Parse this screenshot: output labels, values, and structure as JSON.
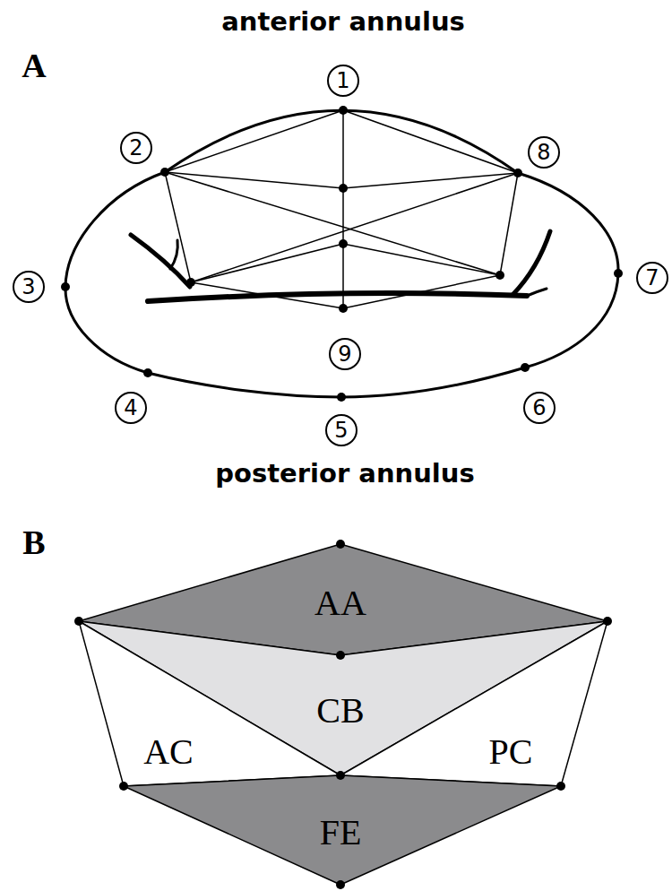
{
  "diagram": {
    "nodes": [
      {
        "text": [
          "AA"
        ]
      },
      {
        "text": [
          "CB"
        ]
      },
      {
        "text": [
          "AC"
        ]
      },
      {
        "text": [
          "PC"
        ]
      },
      {
        "text": [
          "FE"
        ]
      }
    ],
    "labels": [
      "anterior annulus",
      "A",
      "1",
      "2",
      "8",
      "3",
      "7",
      "9",
      "4",
      "5",
      "6",
      "posterior annulus",
      "B"
    ]
  }
}
